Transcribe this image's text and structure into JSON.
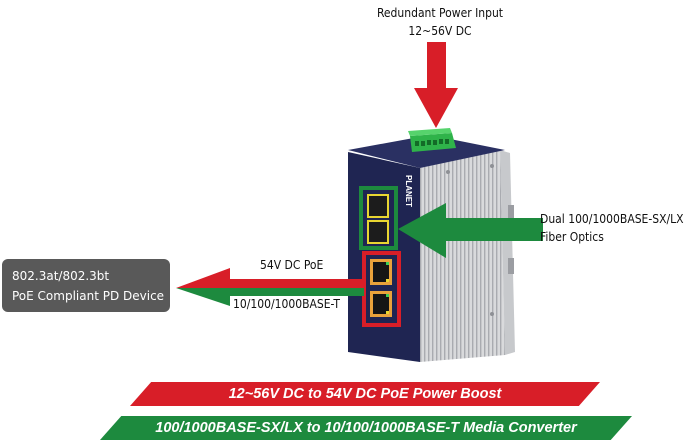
{
  "power_input": {
    "title": "Redundant Power Input",
    "voltage": "12~56V DC"
  },
  "fiber": {
    "line1": "Dual 100/1000BASE-SX/LX",
    "line2": "Fiber Optics"
  },
  "poe_link": {
    "power_label": "54V DC PoE",
    "data_label": "10/100/1000BASE-T"
  },
  "pd_device": {
    "line1": "802.3at/802.3bt",
    "line2": "PoE Compliant PD Device"
  },
  "device": {
    "brand": "PLANET"
  },
  "banners": {
    "red": "12~56V DC to 54V DC PoE Power Boost",
    "green": "100/1000BASE-SX/LX to 10/100/1000BASE-T Media Converter"
  },
  "colors": {
    "red": "#d81e28",
    "green": "#1d8a3e",
    "navy": "#1f2552",
    "gray_box": "#595959"
  }
}
